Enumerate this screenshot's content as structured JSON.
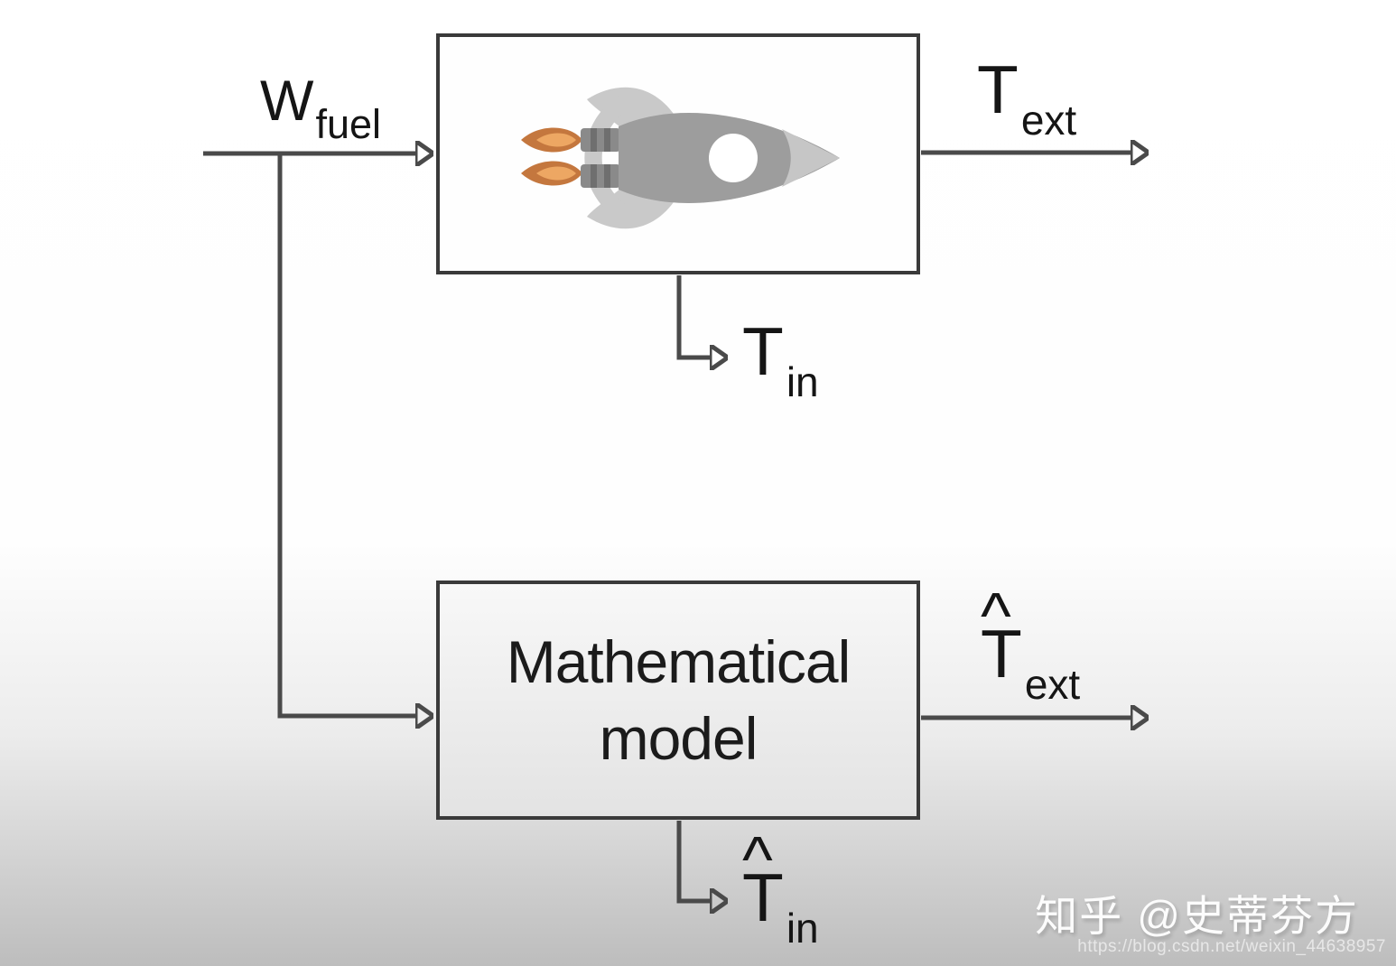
{
  "diagram": {
    "signals": {
      "w_fuel": {
        "base": "W",
        "sub": "fuel"
      },
      "t_ext": {
        "base": "T",
        "sub": "ext"
      },
      "t_in": {
        "base": "T",
        "sub": "in"
      },
      "t_hat_ext": {
        "hat": "^",
        "base": "T",
        "sub": "ext"
      },
      "t_hat_in": {
        "hat": "^",
        "base": "T",
        "sub": "in"
      }
    },
    "model_block": {
      "line1": "Mathematical",
      "line2": "model"
    },
    "colors": {
      "line": "#4a4a4a",
      "arrowhead": "#424242",
      "box_border": "#3a3a3a",
      "text": "#171717",
      "rocket_body": "#9d9d9d",
      "rocket_fin": "#c9c9c9",
      "rocket_nose": "#c6c6c6",
      "rocket_window": "#ffffff",
      "rocket_nozzle": "#8a8a8a",
      "rocket_nozzle_rib": "#6f6f6f",
      "flame_outer": "#c4773e",
      "flame_inner": "#eda763"
    }
  },
  "watermark": {
    "brand": "知乎 @史蒂芬方",
    "url": "https://blog.csdn.net/weixin_44638957"
  }
}
